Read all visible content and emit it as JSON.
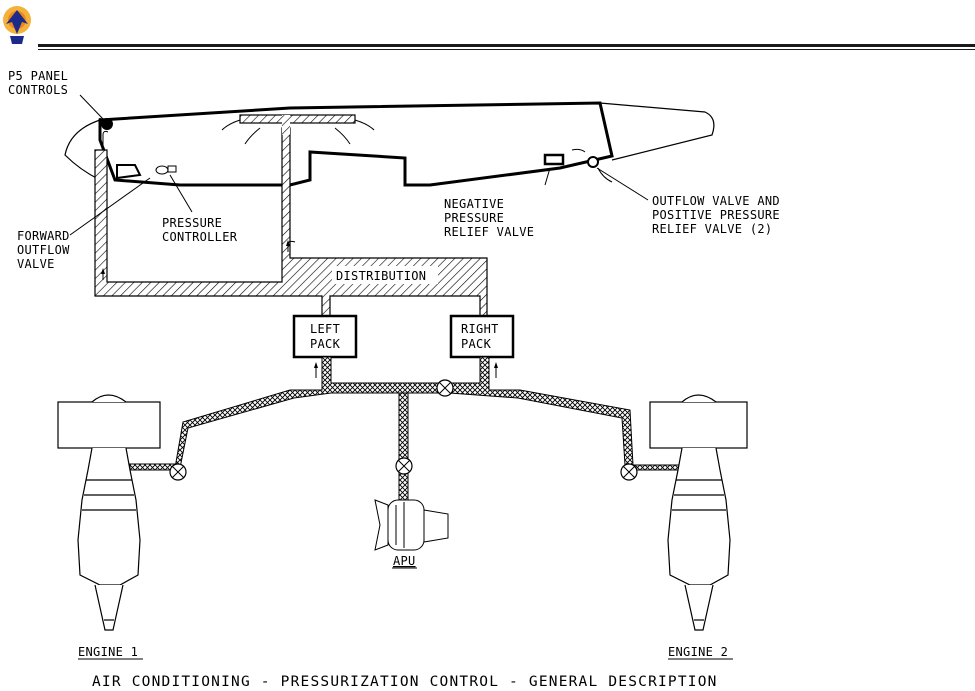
{
  "diagram": {
    "title": "AIR CONDITIONING - PRESSURIZATION CONTROL - GENERAL DESCRIPTION",
    "labels": {
      "p5_panel": [
        "P5 PANEL",
        "CONTROLS"
      ],
      "forward_outflow_valve": [
        "FORWARD",
        "OUTFLOW",
        "VALVE"
      ],
      "pressure_controller": [
        "PRESSURE",
        "CONTROLLER"
      ],
      "negative_relief": [
        "NEGATIVE",
        "PRESSURE",
        "RELIEF VALVE"
      ],
      "outflow_positive": [
        "OUTFLOW VALVE AND",
        "POSITIVE PRESSURE",
        "RELIEF VALVE (2)"
      ],
      "distribution": "DISTRIBUTION",
      "left_pack": [
        "LEFT",
        "PACK"
      ],
      "right_pack": [
        "RIGHT",
        "PACK"
      ],
      "apu": "APU",
      "engine1": "ENGINE 1",
      "engine2": "ENGINE 2"
    }
  }
}
